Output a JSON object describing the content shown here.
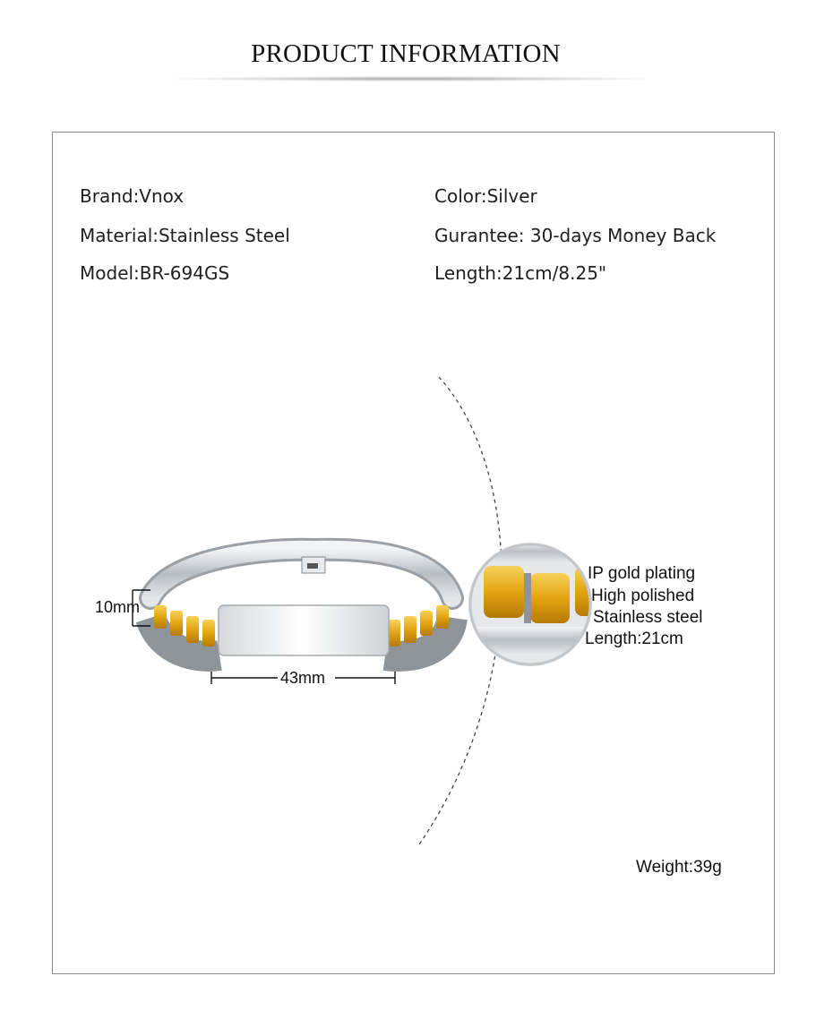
{
  "header": {
    "title": "PRODUCT INFORMATION"
  },
  "specs": {
    "brand": "Brand:Vnox",
    "material": "Material:Stainless Steel",
    "model": "Model:BR-694GS",
    "color": "Color:Silver",
    "guarantee": "Gurantee: 30-days Money Back",
    "length": "Length:21cm/8.25\""
  },
  "dimensions": {
    "height": "10mm",
    "width": "43mm"
  },
  "callouts": {
    "plating": "IP gold plating",
    "finish": "High polished",
    "material": "Stainless steel",
    "length": "Length:21cm"
  },
  "weight": "Weight:39g",
  "colors": {
    "gold": "#e3a412",
    "silver": "#c9cdd1",
    "frame": "#8c8c8c"
  }
}
